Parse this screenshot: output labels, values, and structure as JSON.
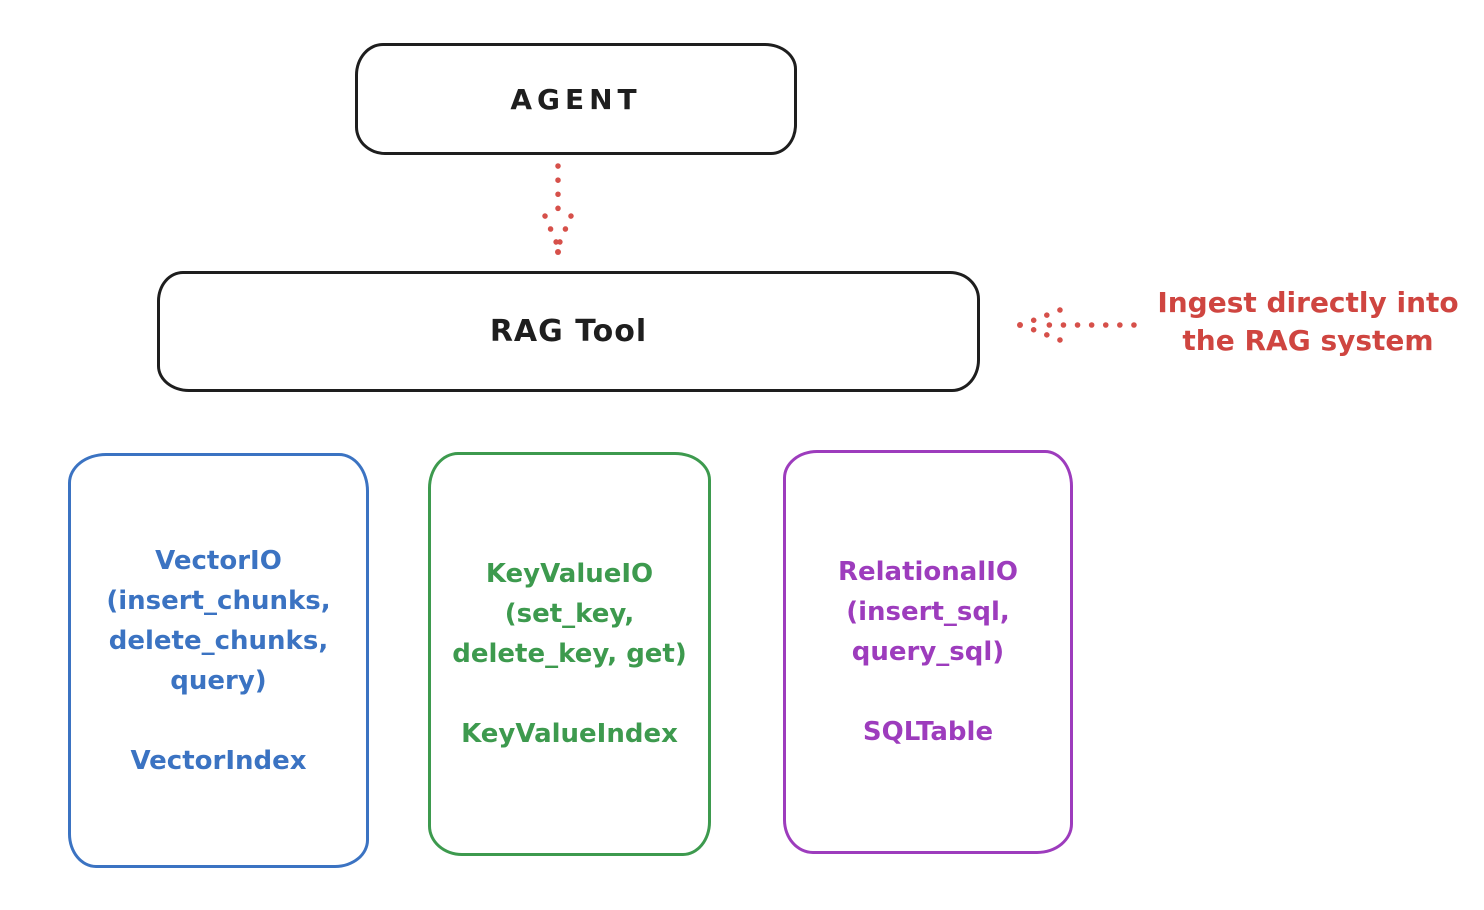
{
  "diagram": {
    "agent_box": {
      "label": "AGENT"
    },
    "rag_box": {
      "label": "RAG Tool"
    },
    "annotation": {
      "line1": "Ingest directly into",
      "line2": "the RAG system"
    },
    "arrows": [
      {
        "name": "agent-to-rag-arrow",
        "style": "dotted",
        "direction": "down",
        "color": "#d6504a"
      },
      {
        "name": "ingest-into-rag-arrow",
        "style": "dotted",
        "direction": "left",
        "color": "#d6504a"
      }
    ],
    "io_boxes": [
      {
        "name": "vector-io",
        "color": "#3b73c2",
        "method_lines": [
          "VectorIO",
          "(insert_chunks,",
          "delete_chunks,",
          "query)"
        ],
        "index_label": "VectorIndex"
      },
      {
        "name": "keyvalue-io",
        "color": "#3d9a4e",
        "method_lines": [
          "KeyValueIO",
          "(set_key,",
          "delete_key, get)"
        ],
        "index_label": "KeyValueIndex"
      },
      {
        "name": "relational-io",
        "color": "#9d3cbd",
        "method_lines": [
          "RelationalIO",
          "(insert_sql,",
          "query_sql)"
        ],
        "index_label": "SQLTable"
      }
    ],
    "colors": {
      "stroke_black": "#1e1e1e",
      "red": "#cf4540",
      "blue": "#3b73c2",
      "green": "#3d9a4e",
      "purple": "#9d3cbd",
      "background": "#ffffff"
    }
  }
}
